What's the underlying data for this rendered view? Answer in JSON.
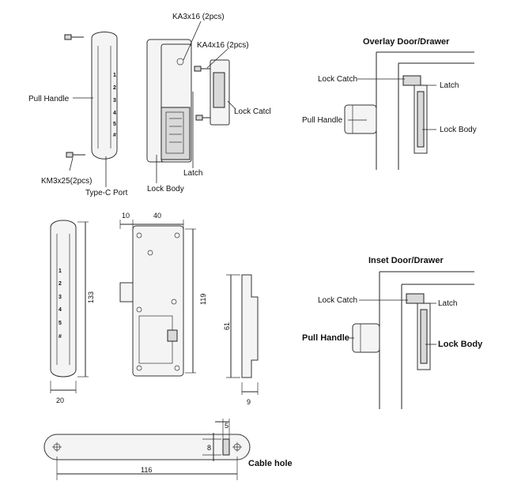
{
  "exploded_view": {
    "screw_top_label": "KA3x16 (2pcs)",
    "screw_side_label": "KA4x16 (2pcs)",
    "lock_catch_label": "Lock Catcl",
    "pull_handle_label": "Pull Handle",
    "screw_bottom_label": "KM3x25(2pcs)",
    "type_c_label": "Type-C Port",
    "latch_label": "Latch",
    "lock_body_label": "Lock Body",
    "keys": [
      "1",
      "2",
      "3",
      "4",
      "5",
      "#"
    ]
  },
  "overlay_install": {
    "title": "Overlay Door/Drawer",
    "lock_catch_label": "Lock Catch",
    "latch_label": "Latch",
    "pull_handle_label": "Pull Handle",
    "lock_body_label": "Lock Body"
  },
  "inset_install": {
    "title": "Inset Door/Drawer",
    "lock_catch_label": "Lock Catch",
    "latch_label": "Latch",
    "pull_handle_label": "Pull Handle",
    "lock_body_label": "Lock Body"
  },
  "dimensions": {
    "handle_height": "133",
    "handle_width": "20",
    "body_offset": "10",
    "body_width": "40",
    "body_height": "119",
    "catch_height": "61",
    "catch_depth": "9",
    "plate_length": "116",
    "plate_offset": "5",
    "plate_height": "8",
    "cable_hole_label": "Cable hole"
  }
}
